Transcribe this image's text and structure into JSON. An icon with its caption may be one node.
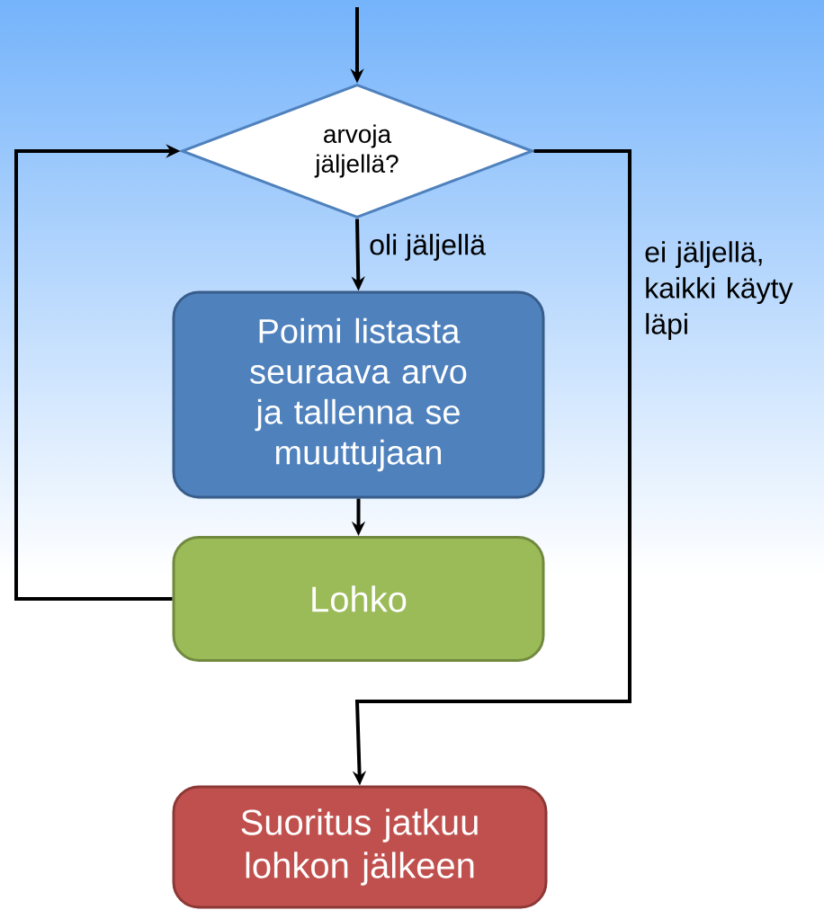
{
  "diagram": {
    "nodes": [
      {
        "text": [
          "arvoja jäljellä?"
        ]
      },
      {
        "text": [
          "Poimi listasta seuraava arvo ja tallenna se muuttujaan"
        ]
      },
      {
        "text": [
          "Lohko"
        ]
      },
      {
        "text": [
          "Suoritus jatkuu lohkon jälkeen"
        ]
      }
    ],
    "edges": [
      {
        "from": null,
        "to": 0,
        "arrow": "to"
      },
      {
        "from": 0,
        "to": 1,
        "arrow": "to",
        "label": "oli jäljellä"
      },
      {
        "from": 1,
        "to": 2,
        "arrow": "to"
      },
      {
        "from": 2,
        "to": 0,
        "arrow": "to"
      },
      {
        "from": 0,
        "to": 3,
        "arrow": "to",
        "label": "ei jäljellä, kaikki käyty läpi"
      }
    ]
  }
}
